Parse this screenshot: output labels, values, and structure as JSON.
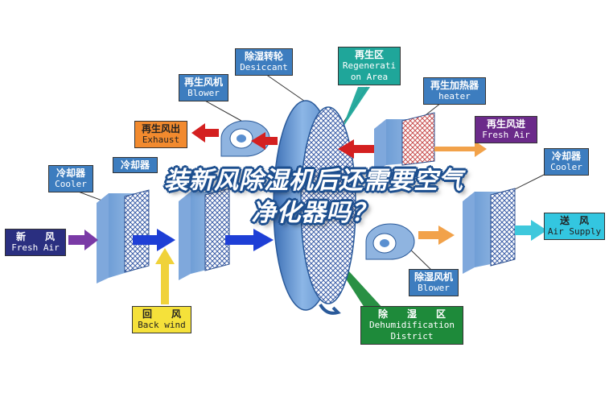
{
  "labels": {
    "desiccant": {
      "cn": "除湿转轮",
      "en": "Desiccant"
    },
    "regen_area": {
      "cn": "再生区",
      "en1": "Regenerati",
      "en2": "on Area"
    },
    "regen_blower": {
      "cn": "再生风机",
      "en": "Blower"
    },
    "regen_heater": {
      "cn": "再生加热器",
      "en": "heater"
    },
    "exhaust": {
      "cn": "再生风出",
      "en": "Exhaust"
    },
    "regen_fresh": {
      "cn": "再生风进",
      "en": "Fresh Air"
    },
    "cooler_left": {
      "cn": "冷却器",
      "en": "Cooler"
    },
    "cooler_mid": {
      "cn": "冷却器"
    },
    "cooler_right": {
      "cn": "冷却器",
      "en": "Cooler"
    },
    "fresh_air": {
      "cn": "新　　风",
      "en": "Fresh Air"
    },
    "air_supply": {
      "cn": "送　风",
      "en": "Air Supply"
    },
    "back_wind": {
      "cn": "回　　风",
      "en": "Back wind"
    },
    "dehum_blower": {
      "cn": "除湿风机",
      "en": "Blower"
    },
    "dehum_district": {
      "cn": "除　　湿　　区",
      "en1": "Dehumidification",
      "en2": "District"
    }
  },
  "overlay": {
    "line1": "装新风除湿机后还需要空气",
    "line2": "净化器吗？"
  },
  "colors": {
    "label_blue": "#3d7dbf",
    "wheel_blue": "#5a8fd0",
    "arrow_blue": "#1e3fd6",
    "arrow_red": "#d42020",
    "arrow_orange": "#f2a24a",
    "arrow_purple": "#7a3aa6",
    "arrow_yellow": "#f0d23a",
    "arrow_cyan": "#3ec8dc",
    "region_green": "#1e8a3a",
    "region_teal": "#1fa69a"
  }
}
